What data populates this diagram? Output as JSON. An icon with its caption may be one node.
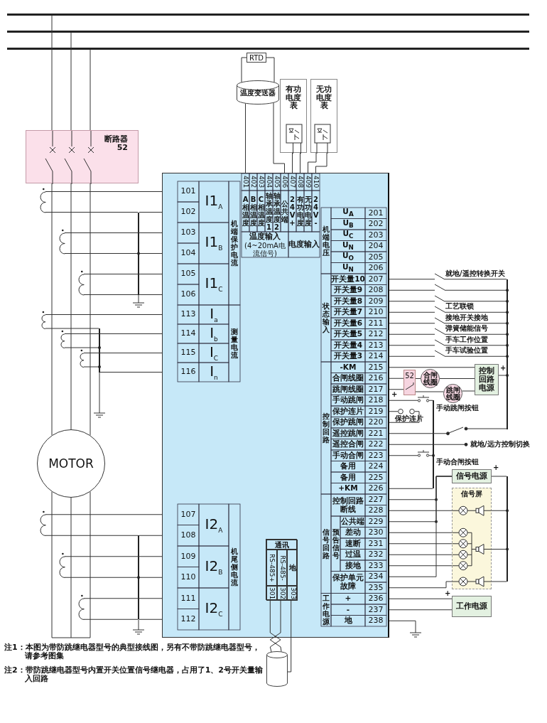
{
  "diagram": {
    "nodes": [
      {
        "text": [
          "断路器",
          "52"
        ]
      },
      {
        "text": [
          "RTD"
        ]
      },
      {
        "text": [
          "温度变送器"
        ]
      },
      {
        "text": [
          "有功电度表"
        ]
      },
      {
        "text": [
          "无功电度表"
        ]
      },
      {
        "text": [
          "MOTOR"
        ]
      },
      {
        "text": [],
        "shape": "box"
      },
      {
        "text": [
          "控制回路电源"
        ],
        "beside": [
          "+"
        ]
      },
      {
        "text": [
          "52"
        ]
      },
      {
        "text": [
          "合闸线圈"
        ]
      },
      {
        "text": [
          "跳闸线圈"
        ]
      },
      {
        "text": [
          "信号电源"
        ],
        "beside": [
          "+"
        ]
      },
      {
        "text": [
          "信号屏"
        ]
      },
      {
        "text": [
          "工作电源"
        ],
        "beside": [
          "+"
        ]
      },
      {
        "text": [],
        "shape": "cylinder"
      },
      {
        "text": [
          "通讯",
          "RS-485+",
          "RS-485-",
          "地",
          "301",
          "302",
          "303"
        ],
        "in": 6
      },
      {
        "text": [],
        "shape": "bar"
      },
      {
        "text": [],
        "shape": "bar"
      },
      {
        "text": [],
        "shape": "bar"
      },
      {
        "text": [],
        "shape": "coil"
      },
      {
        "text": [],
        "shape": "coil"
      },
      {
        "text": [],
        "shape": "coil"
      },
      {
        "text": [],
        "shape": "coil"
      },
      {
        "text": [],
        "shape": "coil"
      },
      {
        "text": [],
        "shape": "coil"
      },
      {
        "text": [],
        "shape": "coil"
      },
      {
        "text": [],
        "shape": "coil"
      },
      {
        "text": [],
        "shape": "coil"
      },
      {
        "text": [],
        "shape": "bar"
      },
      {
        "text": [],
        "shape": "bar"
      },
      {
        "text": [],
        "shape": "bar"
      },
      {
        "text": [],
        "shape": "ground"
      },
      {
        "text": [],
        "shape": "ground"
      },
      {
        "text": [],
        "shape": "ground"
      },
      {
        "text": [],
        "shape": "ground"
      },
      {
        "text": [],
        "shape": "switch",
        "beside": [
          "就地/遥控转换开关"
        ]
      },
      {
        "text": [],
        "shape": "switch"
      },
      {
        "text": [],
        "shape": "switch"
      },
      {
        "text": [],
        "shape": "switch",
        "beside": [
          "工艺联锁"
        ]
      },
      {
        "text": [],
        "shape": "switch",
        "beside": [
          "接地开关接地"
        ]
      },
      {
        "text": [],
        "shape": "switch",
        "beside": [
          "弹簧储能信号"
        ]
      },
      {
        "text": [],
        "shape": "switch",
        "beside": [
          "手车工作位置"
        ]
      },
      {
        "text": [],
        "shape": "switch",
        "beside": [
          "手车试验位置"
        ]
      },
      {
        "text": [],
        "shape": "bar"
      },
      {
        "text": [],
        "shape": "switch",
        "beside": [
          "就地/远方控制切换"
        ]
      },
      {
        "text": [],
        "shape": "button"
      },
      {
        "text": [],
        "shape": "link"
      },
      {
        "text": [],
        "shape": "button"
      },
      {
        "text": [],
        "shape": "bar"
      },
      {
        "text": [],
        "shape": "bar"
      }
    ],
    "edges": [
      {
        "from": 1,
        "to": 2,
        "arrow": "none"
      },
      {
        "from": 1,
        "to": 2,
        "arrow": "none"
      },
      {
        "from": 2,
        "to": 6,
        "arrow": "none"
      },
      {
        "from": 2,
        "to": 6,
        "arrow": "none"
      },
      {
        "from": 3,
        "to": 6,
        "arrow": "none"
      },
      {
        "from": 3,
        "to": 6,
        "arrow": "none"
      },
      {
        "from": 4,
        "to": 6,
        "arrow": "none"
      },
      {
        "from": 4,
        "to": 6,
        "arrow": "none"
      },
      {
        "from": 0,
        "to": 5,
        "arrow": "none"
      },
      {
        "from": 0,
        "to": 5,
        "arrow": "none"
      },
      {
        "from": 0,
        "to": 5,
        "arrow": "none"
      },
      {
        "from": 6,
        "to": 7,
        "arrow": "none"
      },
      {
        "from": 6,
        "to": 8,
        "arrow": "none"
      },
      {
        "from": 6,
        "to": 8,
        "arrow": "none"
      },
      {
        "from": 8,
        "to": 9,
        "arrow": "none"
      },
      {
        "from": 8,
        "to": 10,
        "arrow": "none"
      },
      {
        "from": 9,
        "to": 7,
        "arrow": "none"
      },
      {
        "from": 10,
        "to": 7,
        "arrow": "none"
      },
      {
        "from": 6,
        "to": 11,
        "arrow": "none"
      },
      {
        "from": 6,
        "to": 11,
        "arrow": "none"
      },
      {
        "from": 6,
        "to": 11,
        "arrow": "none"
      },
      {
        "from": 6,
        "to": 12,
        "arrow": "none"
      },
      {
        "from": 6,
        "to": 12,
        "arrow": "none"
      },
      {
        "from": 6,
        "to": 12,
        "arrow": "none"
      },
      {
        "from": 6,
        "to": 12,
        "arrow": "none"
      },
      {
        "from": 6,
        "to": 12,
        "arrow": "none"
      },
      {
        "from": 6,
        "to": 12,
        "arrow": "none"
      },
      {
        "from": 6,
        "to": 13,
        "arrow": "none"
      },
      {
        "from": 6,
        "to": 13,
        "arrow": "none"
      },
      {
        "from": 15,
        "to": 14,
        "arrow": "none"
      },
      {
        "from": 15,
        "to": 14,
        "arrow": "none"
      },
      {
        "from": 15,
        "to": 14,
        "arrow": "none"
      },
      {
        "from": 16,
        "to": 0,
        "arrow": "none"
      },
      {
        "from": 17,
        "to": 0,
        "arrow": "none"
      },
      {
        "from": 18,
        "to": 0,
        "arrow": "none"
      },
      {
        "from": 19,
        "to": 6,
        "arrow": "none"
      },
      {
        "from": 20,
        "to": 6,
        "arrow": "none"
      },
      {
        "from": 21,
        "to": 6,
        "arrow": "none"
      },
      {
        "from": 22,
        "to": 6,
        "arrow": "none"
      },
      {
        "from": 23,
        "to": 6,
        "arrow": "none"
      },
      {
        "from": 24,
        "to": 6,
        "arrow": "none"
      },
      {
        "from": 25,
        "to": 6,
        "arrow": "none"
      },
      {
        "from": 26,
        "to": 6,
        "arrow": "none"
      },
      {
        "from": 27,
        "to": 6,
        "arrow": "none"
      },
      {
        "from": 19,
        "to": 28,
        "arrow": "none"
      },
      {
        "from": 20,
        "to": 28,
        "arrow": "none"
      },
      {
        "from": 21,
        "to": 28,
        "arrow": "none"
      },
      {
        "from": 22,
        "to": 29,
        "arrow": "none"
      },
      {
        "from": 23,
        "to": 29,
        "arrow": "none"
      },
      {
        "from": 24,
        "to": 29,
        "arrow": "none"
      },
      {
        "from": 25,
        "to": 30,
        "arrow": "none"
      },
      {
        "from": 26,
        "to": 30,
        "arrow": "none"
      },
      {
        "from": 27,
        "to": 30,
        "arrow": "none"
      },
      {
        "from": 28,
        "to": 6,
        "arrow": "none"
      },
      {
        "from": 28,
        "to": 6,
        "arrow": "none"
      },
      {
        "from": 28,
        "to": 6,
        "arrow": "none"
      },
      {
        "from": 29,
        "to": 6,
        "arrow": "none"
      },
      {
        "from": 30,
        "to": 6,
        "arrow": "none"
      },
      {
        "from": 30,
        "to": 6,
        "arrow": "none"
      },
      {
        "from": 30,
        "to": 6,
        "arrow": "none"
      },
      {
        "from": 28,
        "to": 31,
        "arrow": "none"
      },
      {
        "from": 29,
        "to": 32,
        "arrow": "none"
      },
      {
        "from": 30,
        "to": 33,
        "arrow": "none"
      },
      {
        "from": 6,
        "to": 34,
        "arrow": "none"
      },
      {
        "from": 6,
        "to": 35,
        "arrow": "none"
      },
      {
        "from": 6,
        "to": 36,
        "arrow": "none"
      },
      {
        "from": 6,
        "to": 37,
        "arrow": "none"
      },
      {
        "from": 6,
        "to": 38,
        "arrow": "none"
      },
      {
        "from": 6,
        "to": 39,
        "arrow": "none"
      },
      {
        "from": 6,
        "to": 40,
        "arrow": "none"
      },
      {
        "from": 6,
        "to": 41,
        "arrow": "none"
      },
      {
        "from": 6,
        "to": 42,
        "arrow": "none"
      },
      {
        "from": 35,
        "to": 43,
        "arrow": "none"
      },
      {
        "from": 36,
        "to": 43,
        "arrow": "none"
      },
      {
        "from": 37,
        "to": 43,
        "arrow": "none"
      },
      {
        "from": 38,
        "to": 43,
        "arrow": "none"
      },
      {
        "from": 39,
        "to": 43,
        "arrow": "none"
      },
      {
        "from": 40,
        "to": 43,
        "arrow": "none"
      },
      {
        "from": 41,
        "to": 43,
        "arrow": "none"
      },
      {
        "from": 42,
        "to": 43,
        "arrow": "none"
      },
      {
        "from": 7,
        "to": 43,
        "arrow": "none"
      },
      {
        "from": 6,
        "to": 44,
        "arrow": "none"
      },
      {
        "from": 6,
        "to": 44,
        "arrow": "none"
      },
      {
        "from": 44,
        "to": 43,
        "arrow": "none"
      },
      {
        "from": 6,
        "to": 45,
        "arrow": "none"
      },
      {
        "from": 45,
        "to": 48,
        "arrow": "none"
      },
      {
        "from": 6,
        "to": 46,
        "arrow": "none"
      },
      {
        "from": 46,
        "to": 6,
        "arrow": "none"
      },
      {
        "from": 6,
        "to": 47,
        "arrow": "none"
      },
      {
        "from": 47,
        "to": 48,
        "arrow": "none"
      },
      {
        "from": 6,
        "to": 48,
        "arrow": "none"
      },
      {
        "from": 11,
        "to": 49,
        "arrow": "none"
      },
      {
        "from": 12,
        "to": 49,
        "arrow": "none"
      },
      {
        "from": 12,
        "to": 49,
        "arrow": "none"
      },
      {
        "from": 12,
        "to": 49,
        "arrow": "none"
      }
    ],
    "labels": [
      "401",
      "402",
      "403",
      "404",
      "405",
      "406",
      "407",
      "408",
      "409",
      "410",
      "A相温度",
      "B相温度",
      "C相温度",
      "轴承温度1",
      "轴承温度2",
      "公共端",
      "24V+",
      "有功电度",
      "无功电度",
      "24V-",
      "温度输入",
      "(4~20mA电流信号)",
      "电度输入",
      "101",
      "102",
      "103",
      "104",
      "105",
      "106",
      "113",
      "114",
      "115",
      "116",
      "I1$_{A}$",
      "I1$_{B}$",
      "I1$_{C}$",
      "I$_{a}$",
      "I$_{b}$",
      "I$_{C}$",
      "I$_{n}$",
      "机端保护电流",
      "测量电流",
      "机端电压",
      "U$_{A}$",
      "201",
      "U$_{B}$",
      "202",
      "U$_{C}$",
      "203",
      "U$_{N}$",
      "204",
      "U$_{O}$",
      "205",
      "U$_{N}$",
      "206",
      "状态输入",
      "开关量10",
      "207",
      "开关量9",
      "208",
      "开关量8",
      "209",
      "开关量7",
      "210",
      "开关量6",
      "211",
      "开关量5",
      "212",
      "开关量4",
      "213",
      "开关量3",
      "214",
      "控制回路",
      "-KM",
      "215",
      "合闸线圈",
      "216",
      "跳闸线圈",
      "217",
      "手动跳闸",
      "218",
      "保护连片",
      "219",
      "保护跳闸",
      "220",
      "遥控跳闸",
      "221",
      "遥控合闸",
      "222",
      "手动合闸",
      "223",
      "备用",
      "224",
      "备用",
      "225",
      "+KM",
      "226",
      "信号回路",
      "控制回路断线",
      "227",
      "228",
      "预告信号",
      "公共端",
      "229",
      "差动",
      "230",
      "速断",
      "231",
      "过温",
      "232",
      "接地",
      "233",
      "保护单元故障",
      "234",
      "235",
      "工作电源",
      "+",
      "236",
      "-",
      "237",
      "地",
      "238",
      "107",
      "108",
      "109",
      "110",
      "111",
      "112",
      "I2$_{A}$",
      "I2$_{B}$",
      "I2$_{C}$",
      "机尾侧电流",
      "+",
      "手动跳闸按钮",
      "保护连片",
      "手动合闸按钮",
      "注1：本图为带防跳继电器型号的典型接线图，另有不带防跳继电器型号，请参考图集",
      "注2：带防跳继电器型号内置开关位置信号继电器，占用了1、2号开关量输入回路"
    ]
  }
}
